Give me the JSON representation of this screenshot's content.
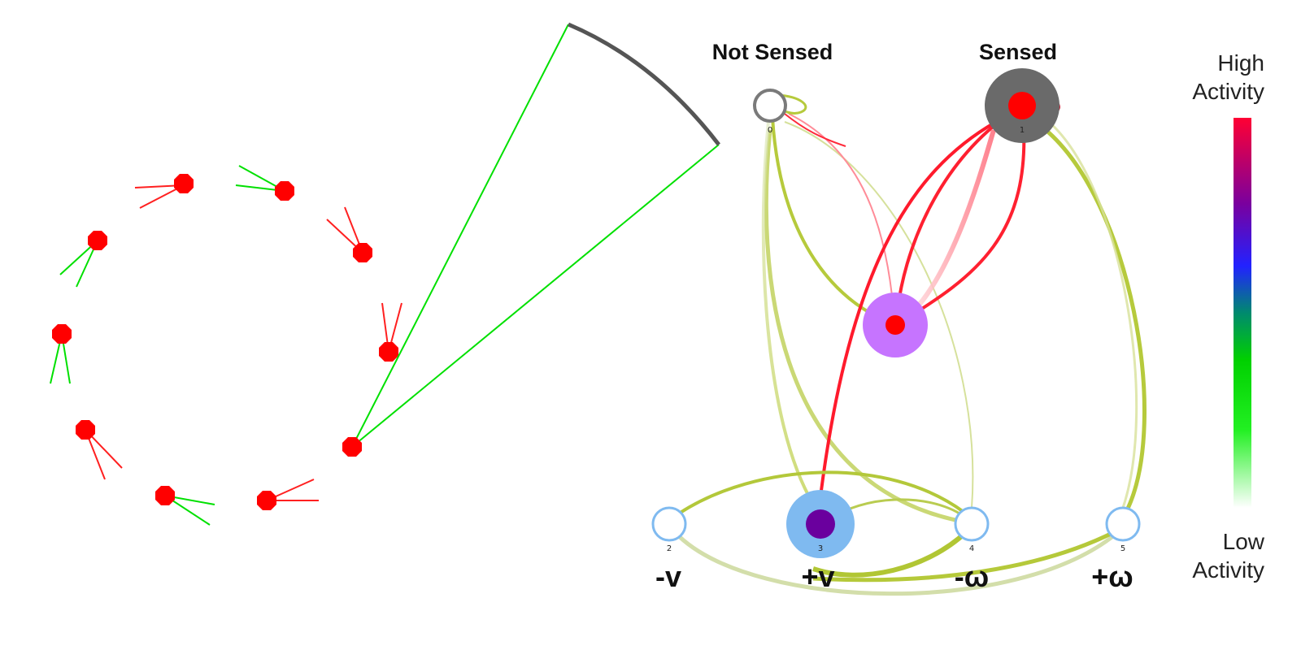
{
  "headers": {
    "not_sensed": "Not Sensed",
    "sensed": "Sensed"
  },
  "neurons": [
    {
      "id": "0",
      "role": "sensor-not-sensed"
    },
    {
      "id": "1",
      "role": "sensor-sensed"
    },
    {
      "id": "",
      "role": "hidden"
    },
    {
      "id": "2",
      "role": "motor",
      "action": "-v"
    },
    {
      "id": "3",
      "role": "motor",
      "action": "+v"
    },
    {
      "id": "4",
      "role": "motor",
      "action": "-ω"
    },
    {
      "id": "5",
      "role": "motor",
      "action": "+ω"
    }
  ],
  "colorbar": {
    "high_line1": "High",
    "high_line2": "Activity",
    "low_line1": "Low",
    "low_line2": "Activity",
    "colors": [
      "#ff0033",
      "#6a00b0",
      "#2020ff",
      "#00a060",
      "#00e000",
      "#ffffff"
    ]
  },
  "colors": {
    "agent": "#ff0000",
    "sensor_ray": "#00e000",
    "inactive_ray": "#ff2020",
    "sensor_arc": "#555555",
    "edge_lowlevel": "#a8c400",
    "edge_high": "#ff1030",
    "motor_ring": "#7fbaf0",
    "hidden_halo": "#c674ff",
    "sensed_halo": "#6a6a6a"
  }
}
